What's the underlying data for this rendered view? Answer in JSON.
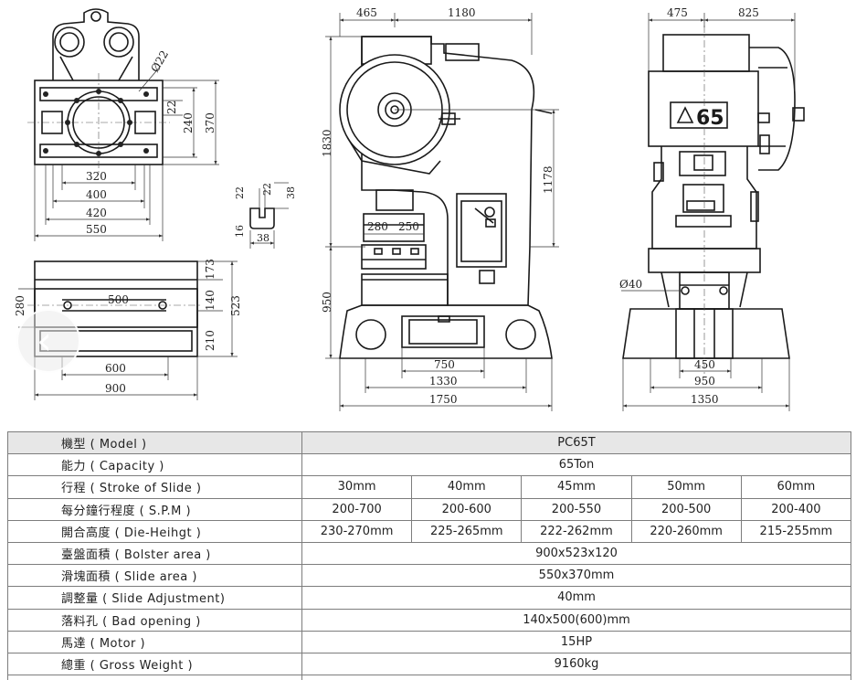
{
  "drawing": {
    "bolster_top": {
      "hole_dia": "Ø22",
      "dims": [
        "22",
        "240",
        "370",
        "320",
        "400",
        "420",
        "550"
      ]
    },
    "t_slot": {
      "dims": [
        "22",
        "22",
        "38",
        "16",
        "38"
      ]
    },
    "bolster_side": {
      "dims": [
        "173",
        "280",
        "500",
        "140",
        "523",
        "210",
        "600",
        "900"
      ]
    },
    "front_view": {
      "dims": [
        "465",
        "1180",
        "1830",
        "1178",
        "280",
        "250",
        "950",
        "750",
        "1330",
        "1750"
      ]
    },
    "side_view": {
      "dims": [
        "475",
        "825",
        "Ø40",
        "450",
        "950",
        "1350"
      ],
      "badge": "65"
    }
  },
  "nav": {
    "prev_glyph": "‹"
  },
  "table": {
    "rows": [
      {
        "label": "機型 ( Model )",
        "values": [
          "PC65T"
        ]
      },
      {
        "label": "能力 ( Capacity )",
        "values": [
          "65Ton"
        ]
      },
      {
        "label": "行程 ( Stroke of Slide )",
        "values": [
          "30mm",
          "40mm",
          "45mm",
          "50mm",
          "60mm"
        ]
      },
      {
        "label": "每分鐘行程度 ( S.P.M )",
        "values": [
          "200-700",
          "200-600",
          "200-550",
          "200-500",
          "200-400"
        ]
      },
      {
        "label": "開合高度 ( Die-Heihgt )",
        "values": [
          "230-270mm",
          "225-265mm",
          "222-262mm",
          "220-260mm",
          "215-255mm"
        ]
      },
      {
        "label": "臺盤面積 ( Bolster area )",
        "values": [
          "900x523x120"
        ]
      },
      {
        "label": "滑塊面積 ( Slide area )",
        "values": [
          "550x370mm"
        ]
      },
      {
        "label": "調整量 ( Slide Adjustment)",
        "values": [
          "40mm"
        ]
      },
      {
        "label": "落料孔 ( Bad opening )",
        "values": [
          "140x500(600)mm"
        ]
      },
      {
        "label": "馬達 ( Motor )",
        "values": [
          "15HP"
        ]
      },
      {
        "label": "總重 ( Gross Weight )",
        "values": [
          "9160kg"
        ]
      }
    ]
  }
}
